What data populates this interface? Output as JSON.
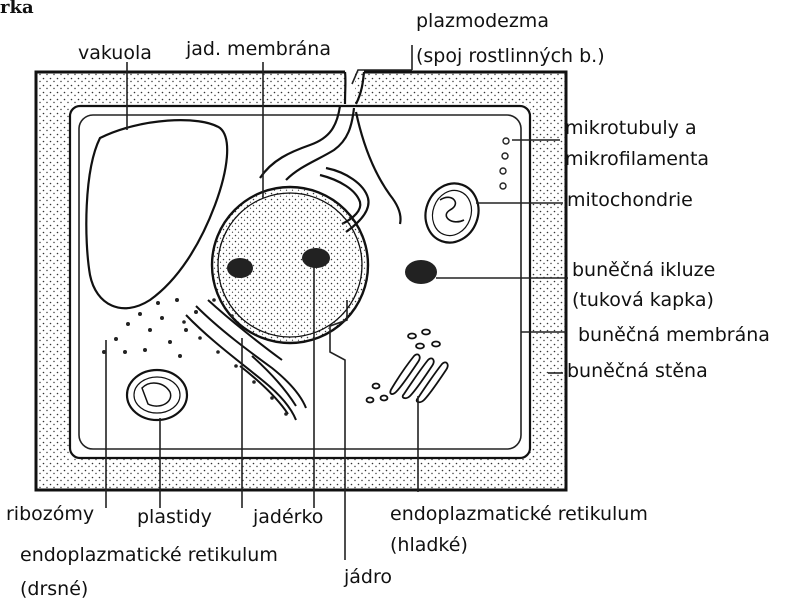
{
  "header_fragment": "rka",
  "labels": {
    "vakuola": "vakuola",
    "jad_membrana": "jad. membrána",
    "plazmodezma_1": "plazmodezma",
    "plazmodezma_2": "(spoj rostlinných b.)",
    "mikrotubuly_1": "mikrotubuly a",
    "mikrotubuly_2": "mikrofilamenta",
    "mitochondrie": "mitochondrie",
    "inkluze_1": "buněčná ikluze",
    "inkluze_2": "(tuková kapka)",
    "bunecna_membrana": "buněčná membrána",
    "bunecna_stena": "buněčná stěna",
    "ribozomy": "ribozómy",
    "plastidy": "plastidy",
    "jaderko": "jadérko",
    "er_hladke_1": "endoplazmatické retikulum",
    "er_hladke_2": "(hladké)",
    "er_drsne_1": "endoplazmatické retikulum",
    "er_drsne_2": "(drsné)",
    "jadro": "jádro"
  }
}
